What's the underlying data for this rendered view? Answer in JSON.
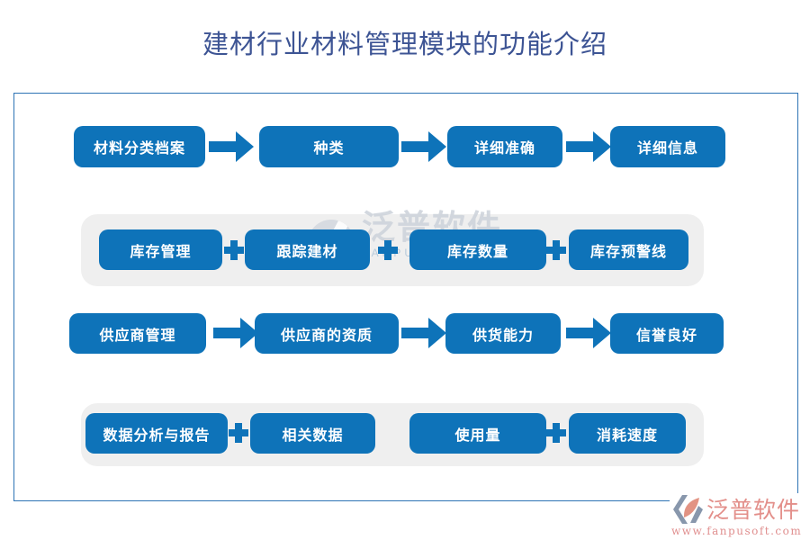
{
  "title": "建材行业材料管理模块的功能介绍",
  "colors": {
    "node_blue": "#0e73b9",
    "band_gray": "#efefef",
    "frame_border_blue": "#2e74b5",
    "title_blue": "#3d5494",
    "logo_red": "#e38f8a"
  },
  "rows": [
    {
      "connector": "arrow",
      "items": [
        "材料分类档案",
        "种类",
        "详细准确",
        "详细信息"
      ]
    },
    {
      "connector": "plus",
      "items": [
        "库存管理",
        "跟踪建材",
        "库存数量",
        "库存预警线"
      ]
    },
    {
      "connector": "arrow",
      "items": [
        "供应商管理",
        "供应商的资质",
        "供货能力",
        "信誉良好"
      ]
    },
    {
      "connector": "plus",
      "items": [
        "数据分析与报告",
        "相关数据",
        "使用量",
        "消耗速度"
      ]
    }
  ],
  "watermark": {
    "text": "泛普软件",
    "subtext": "FANPU SOFTWARE"
  },
  "logo": {
    "name": "泛普软件",
    "url": "www.fanpusoft.com"
  }
}
